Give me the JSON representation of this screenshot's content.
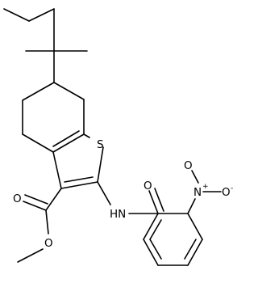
{
  "diagram": {
    "type": "chemical-structure",
    "atom_labels": {
      "sulfur": "S",
      "amide_nh": "HN",
      "amide_oxygen": "O",
      "ester_carbonyl_oxygen": "O",
      "ester_ether_oxygen": "O",
      "nitro_nitrogen": "N",
      "nitro_nitrogen_charge": "+",
      "nitro_oxygen": "O",
      "nitro_oxygen_charge": "-"
    }
  }
}
